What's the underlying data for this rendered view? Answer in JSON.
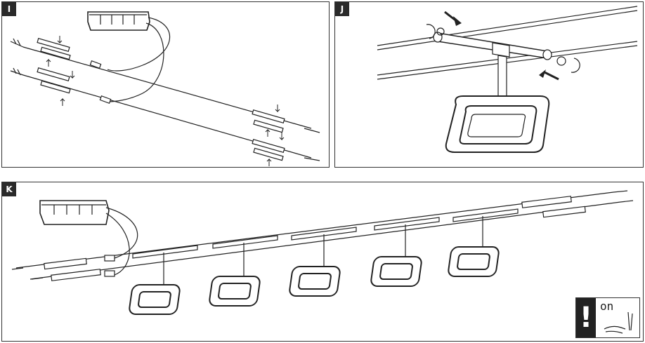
{
  "panels": {
    "i": {
      "label": "I"
    },
    "j": {
      "label": "J"
    },
    "k": {
      "label": "K"
    }
  },
  "note": {
    "symbol": "!",
    "text": "on"
  },
  "colors": {
    "line": "#222222",
    "panel_border": "#333333",
    "label_bg": "#2a2a2a"
  }
}
